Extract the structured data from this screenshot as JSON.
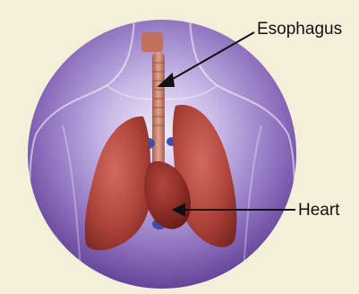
{
  "labels": {
    "esophagus": "Esophagus",
    "heart": "Heart"
  },
  "colors": {
    "background": "#f3efd9",
    "circle_outer": "#6a4a9c",
    "circle_inner": "#c8b8e6",
    "lung": "#b54a40",
    "heart": "#8e2a24",
    "esophagus": "#c98670",
    "vessel": "#3a4fb0",
    "arrow": "#111111"
  },
  "icons": [
    "torso-outline",
    "lungs",
    "heart",
    "esophagus"
  ]
}
